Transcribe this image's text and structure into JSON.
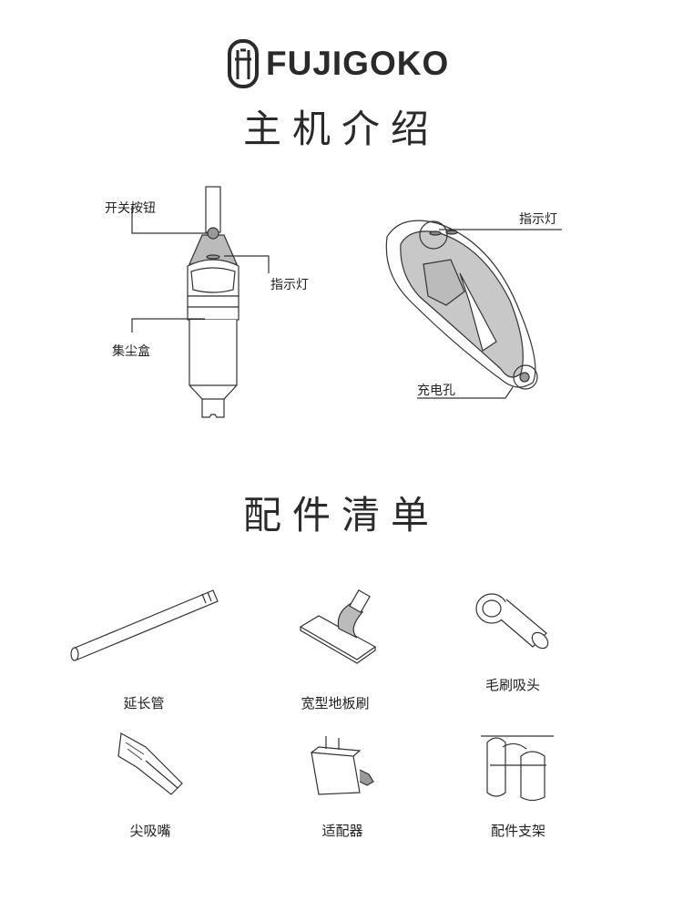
{
  "brand": {
    "name": "FUJIGOKO"
  },
  "section_main": {
    "title": "主机介绍",
    "labels": {
      "power_button": "开关按钮",
      "indicator_front": "指示灯",
      "dust_box": "集尘盒",
      "indicator_side": "指示灯",
      "charging_port": "充电孔"
    }
  },
  "section_accessories": {
    "title": "配件清单",
    "items": [
      {
        "label": "延长管",
        "icon": "extension-tube-icon"
      },
      {
        "label": "宽型地板刷",
        "icon": "floor-brush-icon"
      },
      {
        "label": "毛刷吸头",
        "icon": "brush-nozzle-icon"
      },
      {
        "label": "尖吸嘴",
        "icon": "crevice-nozzle-icon"
      },
      {
        "label": "适配器",
        "icon": "adapter-icon"
      },
      {
        "label": "配件支架",
        "icon": "accessory-holder-icon"
      }
    ]
  }
}
